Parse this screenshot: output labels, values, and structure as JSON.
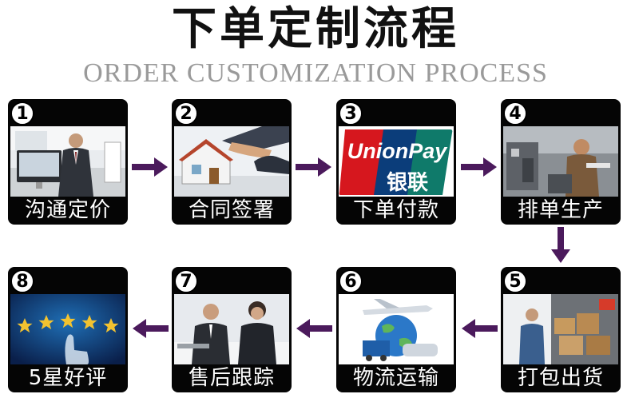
{
  "header": {
    "title": "下单定制流程",
    "subtitle": "ORDER CUSTOMIZATION PROCESS"
  },
  "steps": [
    {
      "number": "1",
      "label": "沟通定价"
    },
    {
      "number": "2",
      "label": "合同签署"
    },
    {
      "number": "3",
      "label": "下单付款",
      "logo_text_top": "UnionPay",
      "logo_text_bottom": "银联"
    },
    {
      "number": "4",
      "label": "排单生产"
    },
    {
      "number": "5",
      "label": "打包出货"
    },
    {
      "number": "6",
      "label": "物流运输"
    },
    {
      "number": "7",
      "label": "售后跟踪"
    },
    {
      "number": "8",
      "label": "5星好评"
    }
  ],
  "colors": {
    "arrow": "#4b1a5c",
    "card_bg": "#050505",
    "subtitle": "#9a9a9a"
  }
}
